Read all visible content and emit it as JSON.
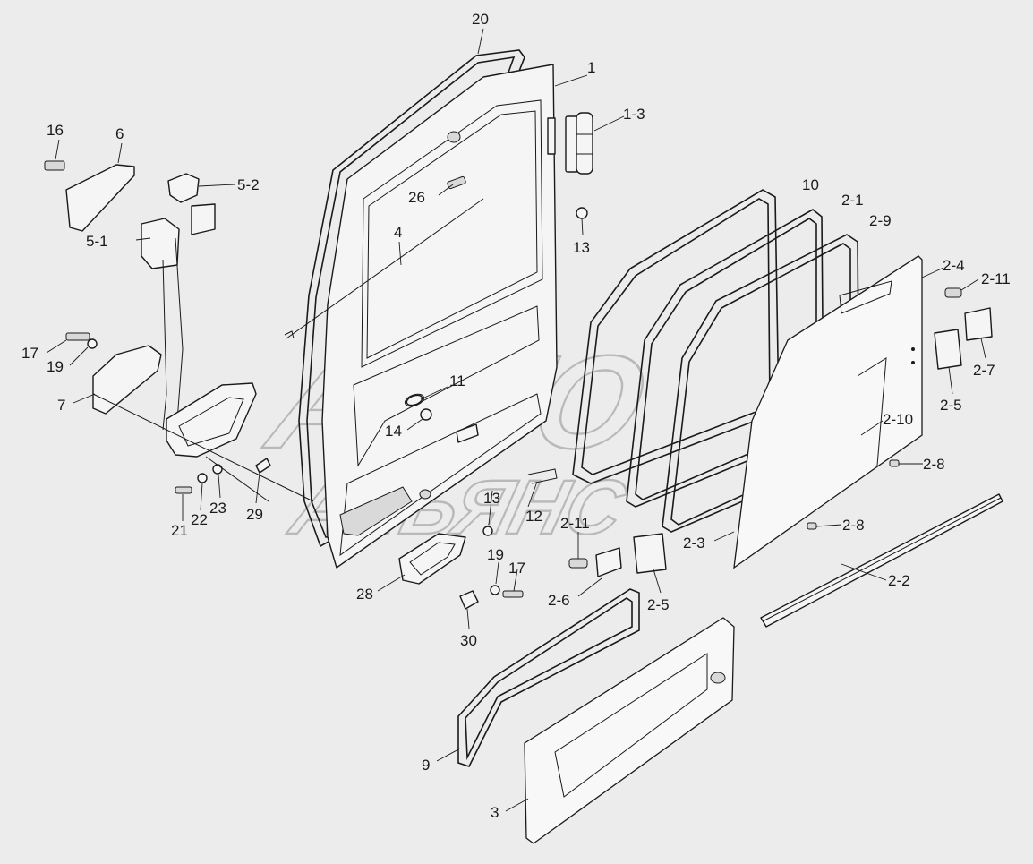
{
  "diagram": {
    "watermark_top": "АВТО",
    "watermark_bottom": "АЛЬЯНС",
    "callouts": {
      "c20": "20",
      "c1": "1",
      "c1_3": "1-3",
      "c16": "16",
      "c6": "6",
      "c5_2": "5-2",
      "c26": "26",
      "c10": "10",
      "c2_1": "2-1",
      "c2_9": "2-9",
      "c4": "4",
      "c5_1": "5-1",
      "c13a": "13",
      "c2_4": "2-4",
      "c2_11a": "2-11",
      "c17a": "17",
      "c19a": "19",
      "c7": "7",
      "c11": "11",
      "c14": "14",
      "c2_7": "2-7",
      "c2_5a": "2-5",
      "c2_10": "2-10",
      "c2_8a": "2-8",
      "c23": "23",
      "c29": "29",
      "c22": "22",
      "c21": "21",
      "c13b": "13",
      "c12": "12",
      "c2_11b": "2-11",
      "c2_8b": "2-8",
      "c2_3": "2-3",
      "c19b": "19",
      "c17b": "17",
      "c2_6": "2-6",
      "c2_5b": "2-5",
      "c2_2": "2-2",
      "c28": "28",
      "c30": "30",
      "c9": "9",
      "c3": "3"
    }
  }
}
